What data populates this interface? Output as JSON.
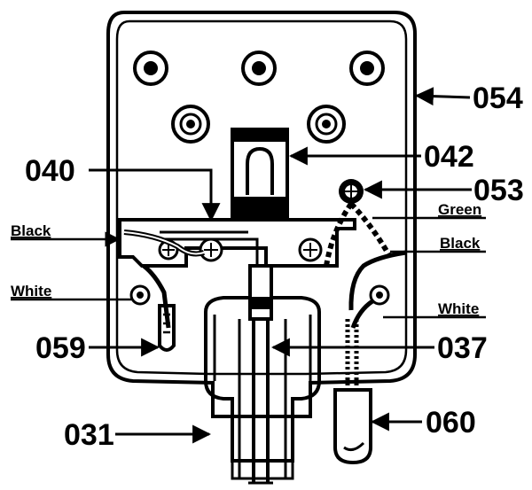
{
  "callouts": {
    "c054": "054",
    "c042": "042",
    "c040": "040",
    "c053": "053",
    "c059": "059",
    "c037": "037",
    "c031": "031",
    "c060": "060"
  },
  "wire_labels": {
    "black_left": "Black",
    "white_left": "White",
    "green": "Green",
    "black_right": "Black",
    "white_right": "White"
  }
}
